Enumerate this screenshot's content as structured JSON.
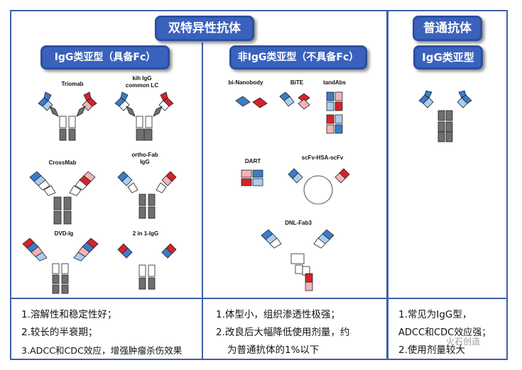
{
  "headers": {
    "bispecific": "双特异性抗体",
    "igg_like": "IgG类亚型（具备Fc）",
    "non_igg": "非IgG类亚型（不具备Fc）",
    "normal": "普通抗体",
    "normal_sub": "IgG类亚型"
  },
  "formats": {
    "triomab": "Triomab",
    "kih_1": "kih IgG",
    "kih_2": "common LC",
    "crossmab": "CrossMab",
    "ortho_1": "ortho-Fab",
    "ortho_2": "IgG",
    "dvd": "DVD-Ig",
    "twoin1": "2 in 1-IgG",
    "bi_nano": "bi-Nanobody",
    "bite": "BiTE",
    "tandabs": "tandAbs",
    "dart": "DART",
    "scfv_hsa": "scFv-HSA-scFv",
    "dnl": "DNL-Fab3"
  },
  "notes": {
    "left": [
      "1.溶解性和稳定性好；",
      "2.较长的半衰期；",
      "3.ADCC和CDC效应，增强肿瘤杀伤效果"
    ],
    "middle": [
      "1.体型小，组织渗透性极强；",
      "2.改良后大幅降低使用剂量，约",
      "为普通抗体的1%以下"
    ],
    "right": [
      "1.常见为IgG型，",
      "ADCC和CDC效应强；",
      "2.使用剂量较大"
    ]
  },
  "watermark": "火石创造",
  "colors": {
    "frame": "#3f5fa8",
    "pill": "#3a62bd",
    "blue": "#3b7cc9",
    "lightblue": "#a9cdef",
    "red": "#d8222b",
    "pink": "#f3b3b8",
    "gray": "#6f6f6f"
  }
}
